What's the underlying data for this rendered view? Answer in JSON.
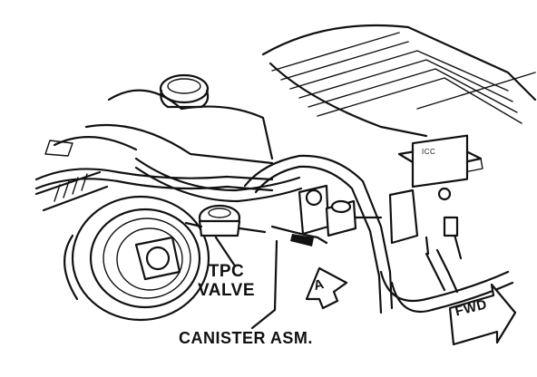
{
  "labels": {
    "tpc_valve_line1": "TPC",
    "tpc_valve_line2": "VALVE",
    "canister_asm": "CANISTER ASM.",
    "fwd": "FWD",
    "view_a": "A",
    "engine_tag": "ICC"
  },
  "colors": {
    "ink": "#111111",
    "paper": "#ffffff"
  }
}
